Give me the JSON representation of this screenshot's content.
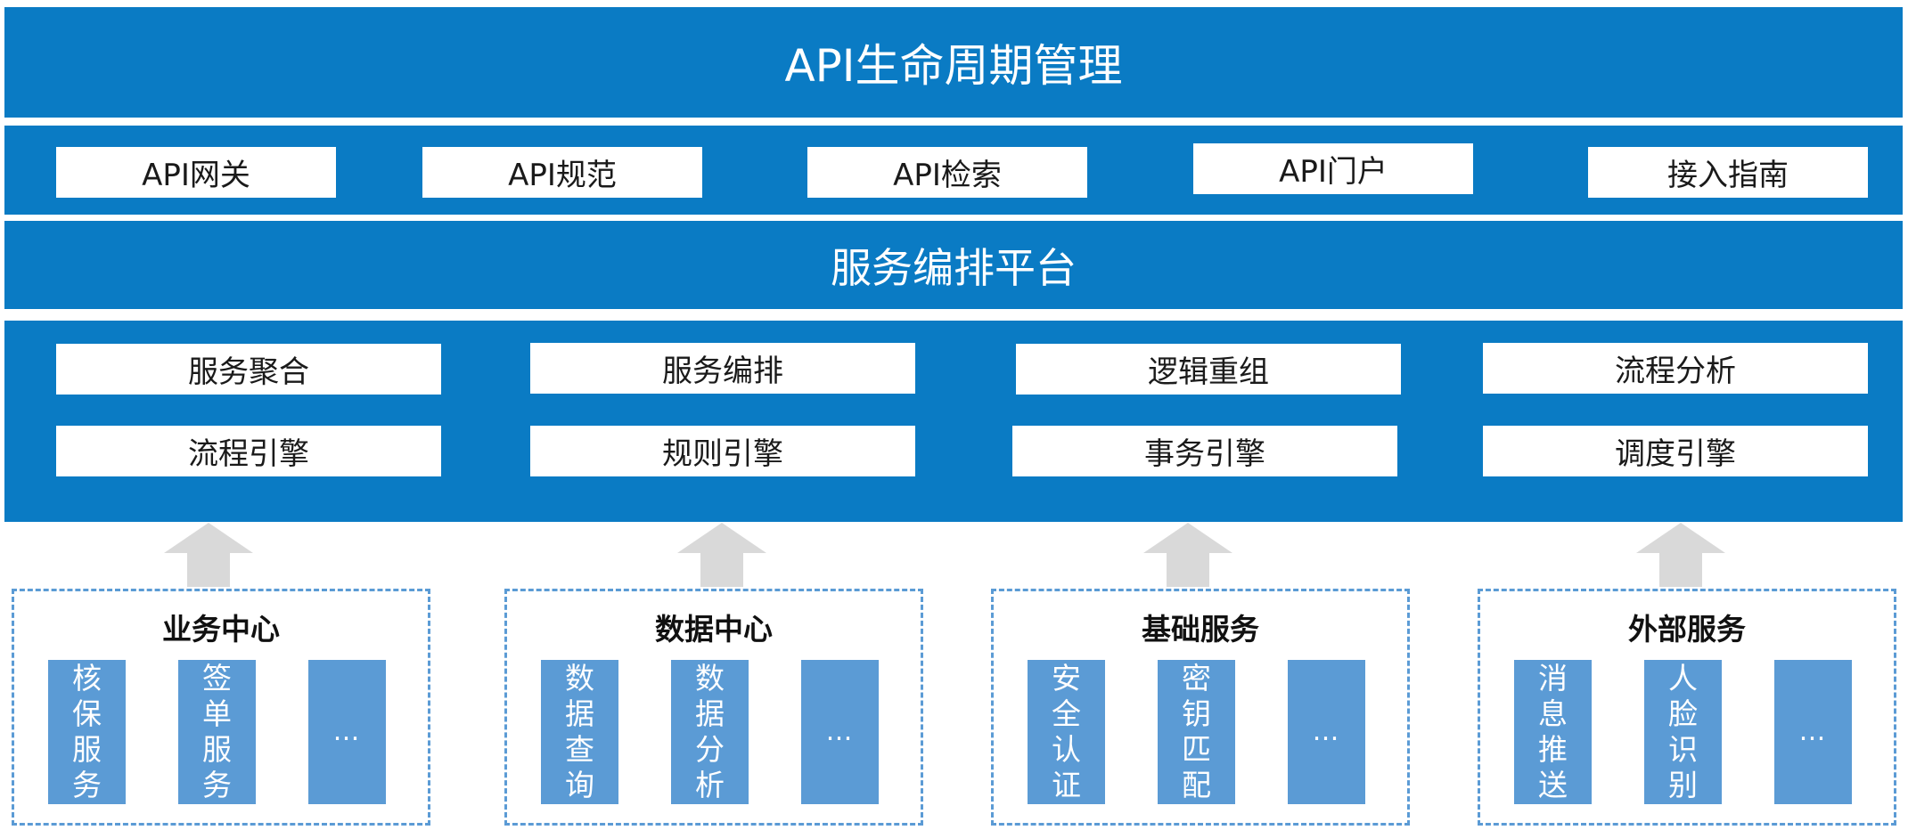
{
  "title": "API生命周期管理",
  "gateway_items": [
    "API网关",
    "API规范",
    "API检索",
    "API门户",
    "接入指南"
  ],
  "orchestration_title": "服务编排平台",
  "engine_rows": [
    [
      "服务聚合",
      "服务编排",
      "逻辑重组",
      "流程分析"
    ],
    [
      "流程引擎",
      "规则引擎",
      "事务引擎",
      "调度引擎"
    ]
  ],
  "groups": [
    {
      "title": "业务中心",
      "items": [
        "核保服务",
        "签单服务",
        "…"
      ]
    },
    {
      "title": "数据中心",
      "items": [
        "数据查询",
        "数据分析",
        "…"
      ]
    },
    {
      "title": "基础服务",
      "items": [
        "安全认证",
        "密钥匹配",
        "…"
      ]
    },
    {
      "title": "外部服务",
      "items": [
        "消息推送",
        "人脸识别",
        "…"
      ]
    }
  ],
  "colors": {
    "band": "#0a7bc4",
    "service_tile": "#5b9bd5",
    "dashed_border": "#5b9bd5",
    "arrow": "#d9d9d9"
  }
}
